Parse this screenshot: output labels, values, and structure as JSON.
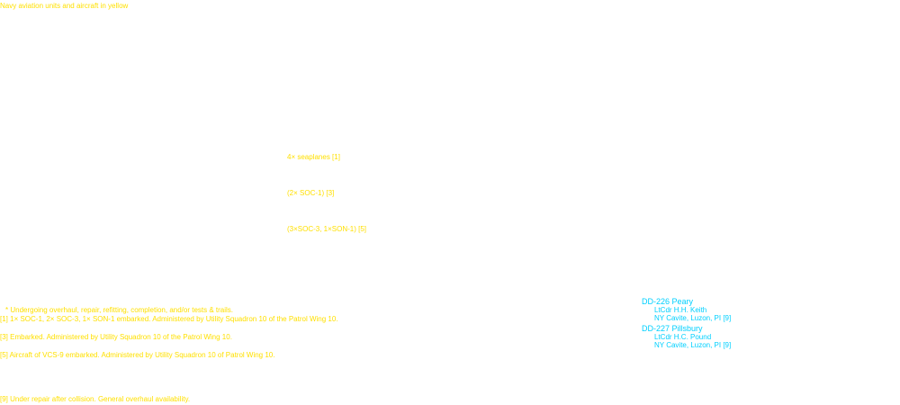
{
  "legend": "Navy aviation units and aircraft in yellow",
  "aircraft": [
    "4×  seaplanes [1]",
    "(2× SOC-1) [3]",
    "(3×SOC-3, 1×SON-1) [5]"
  ],
  "footnotes": {
    "star": "* Undergoing overhaul, repair, refitting, completion, and/or tests & trails.",
    "note_1": "[1] 1× SOC-1, 2× SOC-3, 1× SON-1 embarked. Administered by Utility Squadron 10 of the Patrol Wing 10.",
    "note_3": "[3] Embarked. Administered by Utility Squadron 10 of the Patrol Wing 10.",
    "note_5": "[5] Aircraft of VCS-9 embarked. Administered by Utility Squadron 10 of Patrol Wing 10.",
    "note_9": "[9] Under repair after collision. General overhaul availability."
  },
  "ships": [
    {
      "name": "DD-226  Peary",
      "commander": "LtCdr  H.H. Keith",
      "location": "NY Cavite, Luzon, PI [9]"
    },
    {
      "name": "DD-227  Pillsbury",
      "commander": "LtCdr  H.C. Pound",
      "location": "NY Cavite, Luzon, PI [9]"
    }
  ],
  "colors": {
    "navy_aviation": "#ffe000",
    "ship_entries": "#00d0ff",
    "background": "#ffffff"
  }
}
